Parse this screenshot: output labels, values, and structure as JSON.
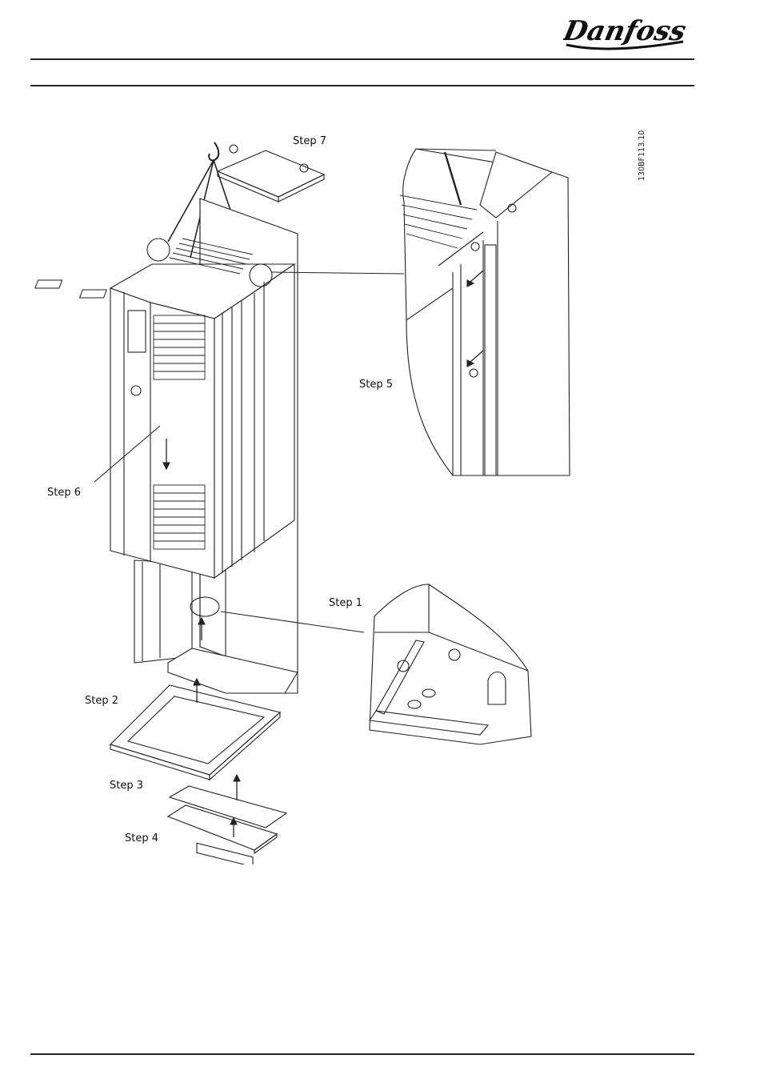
{
  "header": {
    "logo_text": "Danfoss"
  },
  "figure": {
    "code": "130BF113.10",
    "steps": {
      "s1": "Step 1",
      "s2": "Step 2",
      "s3": "Step 3",
      "s4": "Step 4",
      "s5": "Step 5",
      "s6": "Step 6",
      "s7": "Step 7"
    }
  }
}
